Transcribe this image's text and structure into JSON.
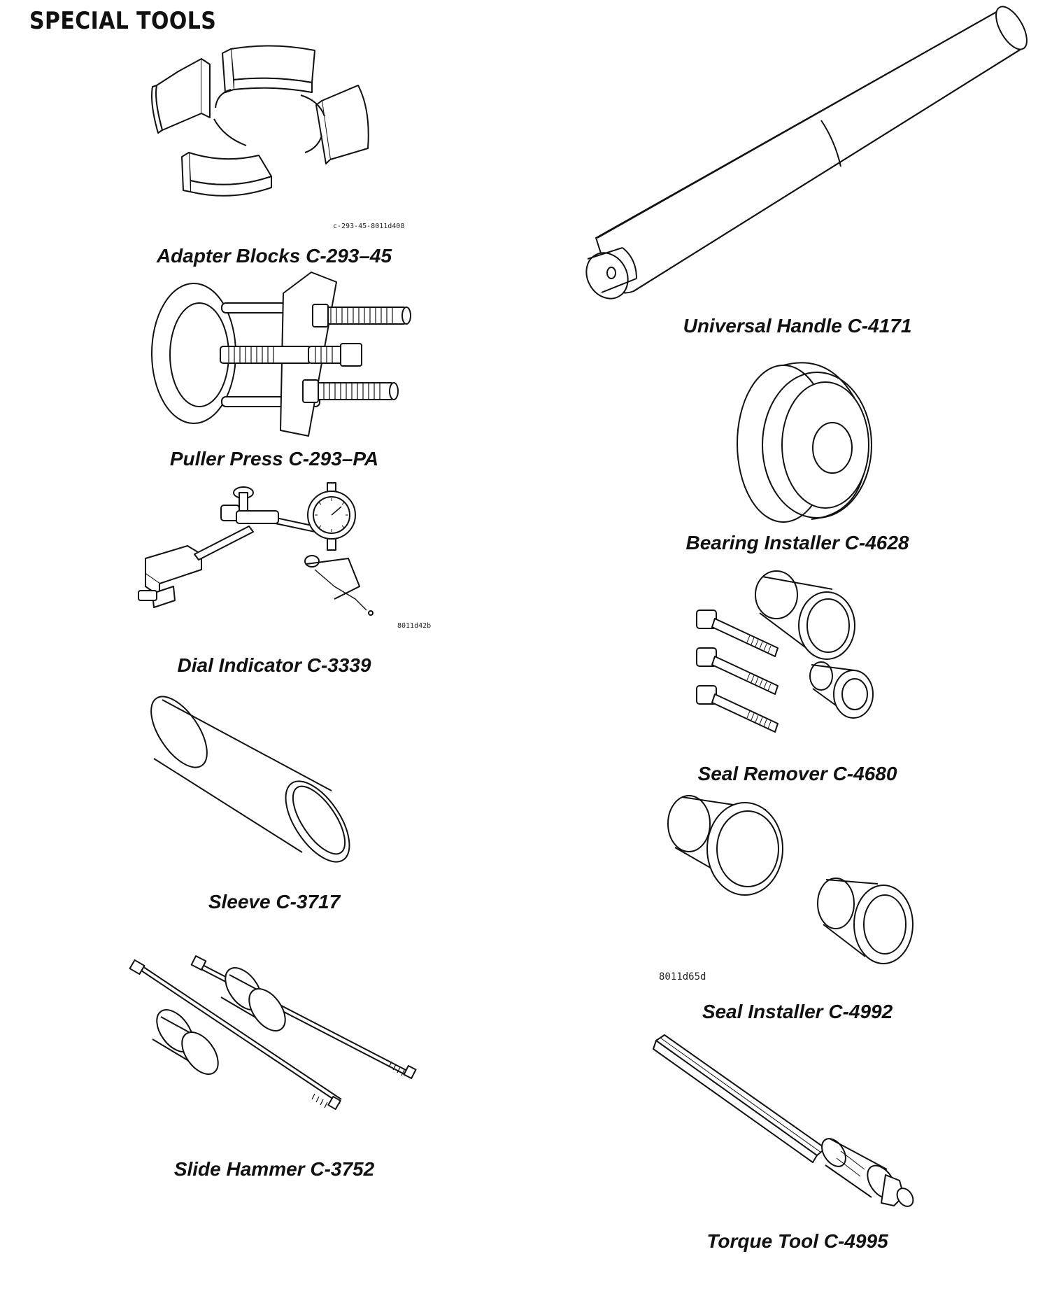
{
  "heading": "SPECIAL TOOLS",
  "tools": {
    "adapter_blocks": {
      "caption": "Adapter Blocks C-293–45",
      "figure_code": "c-293-45-8011d408"
    },
    "puller_press": {
      "caption": "Puller Press C-293–PA"
    },
    "dial_indicator": {
      "caption": "Dial Indicator C-3339",
      "figure_code": "8011d42b"
    },
    "sleeve": {
      "caption": "Sleeve C-3717"
    },
    "slide_hammer": {
      "caption": "Slide Hammer C-3752"
    },
    "universal_handle": {
      "caption": "Universal Handle C-4171"
    },
    "bearing_installer": {
      "caption": "Bearing Installer C-4628"
    },
    "seal_remover": {
      "caption": "Seal Remover C-4680"
    },
    "seal_installer": {
      "caption": "Seal Installer C-4992",
      "figure_code": "8011d65d"
    },
    "torque_tool": {
      "caption": "Torque Tool C-4995"
    }
  }
}
